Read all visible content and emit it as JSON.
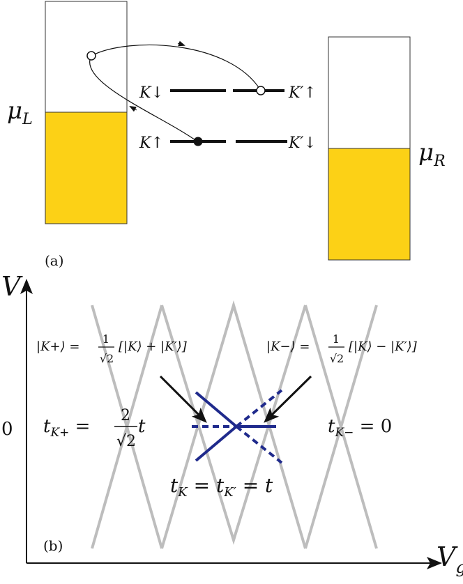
{
  "panel_a": {
    "label": "(a)",
    "mu_left": {
      "main": "μ",
      "sub": "L"
    },
    "mu_right": {
      "main": "μ",
      "sub": "R"
    },
    "levels": {
      "k_down": "K↓",
      "k_up": "K↑",
      "kprime_up": "K′↑",
      "kprime_down": "K′↓"
    },
    "colors": {
      "filled": "#FCD116",
      "outline": "#333333"
    }
  },
  "panel_b": {
    "label": "(b)",
    "axis_v": "V",
    "axis_vg": {
      "main": "V",
      "sub": "g"
    },
    "zero_tick": "0",
    "ket_plus": {
      "ket": "|K+⟩ =",
      "num": "1",
      "den": "√2",
      "tail": "[|K⟩ + |K′⟩]"
    },
    "ket_minus": {
      "ket": "|K−⟩ =",
      "num": "1",
      "den": "√2",
      "tail": "[|K⟩ − |K′⟩]"
    },
    "t_kplus": {
      "lhs": "t",
      "sub": "K+",
      "eq": " = ",
      "num": "2",
      "den": "√2",
      "rhs": "t"
    },
    "t_kminus": {
      "lhs": "t",
      "sub": "K−",
      "rhs": " = 0"
    },
    "t_k": {
      "t1": "t",
      "s1": "K",
      "eq1": " = ",
      "t2": "t",
      "s2": "K′",
      "eq2": " = t"
    },
    "colors": {
      "diamond": "#BDBDBD",
      "lines": "#1F2A8C",
      "arrow": "#111111"
    }
  }
}
